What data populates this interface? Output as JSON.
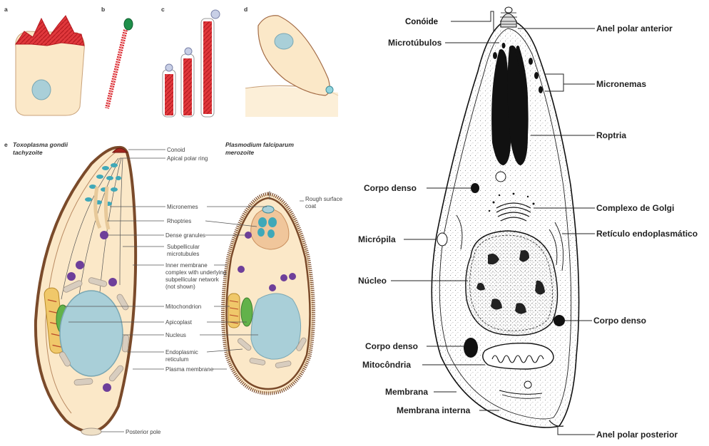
{
  "left_figure": {
    "panel_letters": [
      "a",
      "b",
      "c",
      "d",
      "e"
    ],
    "title_left": [
      "Toxoplasma gondii",
      "tachyzoite"
    ],
    "title_right": [
      "Plasmodium falciparum",
      "merozoite"
    ],
    "callouts": [
      "Conoid",
      "Apical polar ring",
      "Rough surface",
      "coat",
      "Micronemes",
      "Rhoptries",
      "Dense granules",
      "Subpellicular",
      "microtubules",
      "Inner membrane",
      "complex with underlying",
      "subpellicular network",
      "(not shown)",
      "Mitochondrion",
      "Apicoplast",
      "Nucleus",
      "Endoplasmic",
      "reticulum",
      "Plasma membrane",
      "Posterior pole"
    ]
  },
  "right_figure": {
    "labels": [
      "Conóide",
      "Microtúbulos",
      "Anel polar anterior",
      "Micronemas",
      "Roptria",
      "Corpo denso",
      "Complexo de Golgi",
      "Micrópila",
      "Retículo endoplasmático",
      "Núcleo",
      "Corpo denso",
      "Corpo denso",
      "Mitocôndria",
      "Membrana",
      "Membrana interna",
      "Anel polar posterior"
    ]
  },
  "colors": {
    "cytoplasm": "#fbe8c8",
    "pellicle": "#7a4a2a",
    "actin_red": "#d8222a",
    "nucleus_blue": "#a9cfd8",
    "teal_organelle": "#3fa8b8",
    "dense_granule": "#6e3f9a",
    "apicoplast_green": "#62b24a"
  }
}
